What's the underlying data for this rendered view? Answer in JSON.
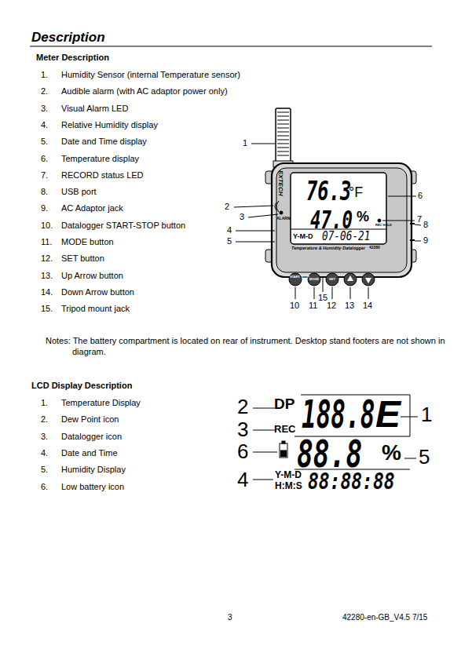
{
  "diagram": {
    "title": "Description",
    "labels": [
      "Meter Description",
      "1.",
      "Humidity Sensor (internal Temperature sensor)",
      "2.",
      "Audible alarm (with AC adaptor power only)",
      "3.",
      "Visual Alarm LED",
      "4.",
      "Relative Humidity display",
      "5.",
      "Date and Time display",
      "6.",
      "Temperature display",
      "7.",
      "RECORD status LED",
      "8.",
      "USB port",
      "9.",
      "AC Adaptor jack",
      "10.",
      "Datalogger START-STOP button",
      "11.",
      "MODE button",
      "12.",
      "SET button",
      "13.",
      "Up Arrow button",
      "14.",
      "Down Arrow button",
      "15.",
      "Tripod mount jack",
      "Notes: The battery compartment is located on rear of instrument. Desktop stand footers are not shown in diagram.",
      "LCD Display Description",
      "1.",
      "Temperature Display",
      "2.",
      "Dew Point icon",
      "3.",
      "Datalogger icon",
      "4.",
      "Date and Time",
      "5.",
      "Humidity Display",
      "6.",
      "Low battery icon",
      "76.3",
      "°F",
      "47.0",
      "%",
      "Y-M-D",
      "07-06-21",
      "ALARM",
      "EXTECH",
      "Temperature & Humidity Datalogger",
      "42280",
      "REC HOLD",
      "START STOP",
      "MODE",
      "SET",
      "1",
      "2",
      "3",
      "4",
      "5",
      "6",
      "7",
      "8",
      "9",
      "10",
      "11",
      "12",
      "13",
      "14",
      "15",
      "DP",
      "REC",
      "188.8",
      "E",
      "88.8",
      "%",
      "Y-M-D",
      "H:M:S",
      "88:88:88",
      "1",
      "2",
      "3",
      "4",
      "5",
      "6",
      "3",
      "42280-en-GB_V4.5  7/15"
    ]
  }
}
